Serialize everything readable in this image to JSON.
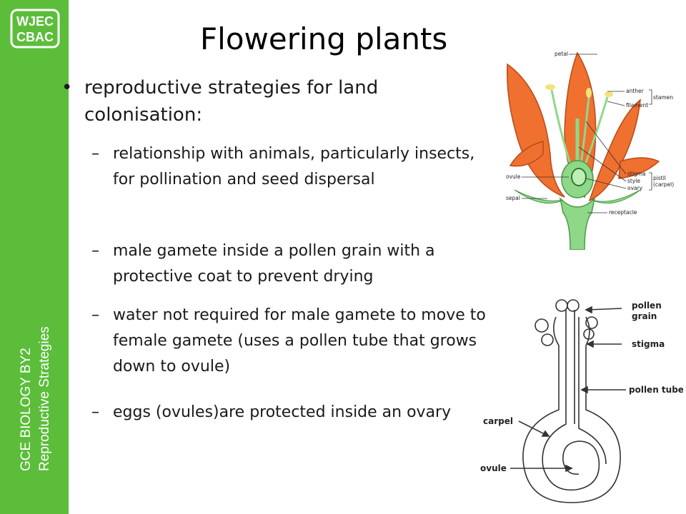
{
  "sidebar": {
    "logo_line1": "WJEC",
    "logo_line2": "CBAC",
    "course": "GCE BIOLOGY BY2",
    "topic": "Reproductive Strategies",
    "color": "#5bbd3a"
  },
  "slide": {
    "title": "Flowering plants",
    "bullet": "reproductive strategies for land colonisation:",
    "subpoints": [
      "relationship with animals, particularly insects, for pollination and seed dispersal",
      "male gamete inside a pollen grain with a protective coat to prevent drying",
      "water not required for male gamete to move to female gamete (uses a pollen tube that grows down to ovule)",
      "eggs (ovules)are protected inside an ovary"
    ]
  },
  "flower_diagram": {
    "labels": {
      "petal": "petal",
      "anther": "anther",
      "filament": "filament",
      "stamen": "stamen",
      "stigma": "stigma",
      "style": "style",
      "ovary": "ovary",
      "pistil": "pistil",
      "carpel": "(carpel)",
      "ovule": "ovule",
      "sepal": "sepal",
      "receptacle": "receptacle"
    },
    "colors": {
      "petal": "#f07030",
      "green": "#8fd88a"
    }
  },
  "pollen_diagram": {
    "labels": {
      "pollen": "pollen",
      "grain": "grain",
      "stigma": "stigma",
      "pollen_tube": "pollen tube",
      "carpel": "carpel",
      "ovule": "ovule"
    }
  }
}
